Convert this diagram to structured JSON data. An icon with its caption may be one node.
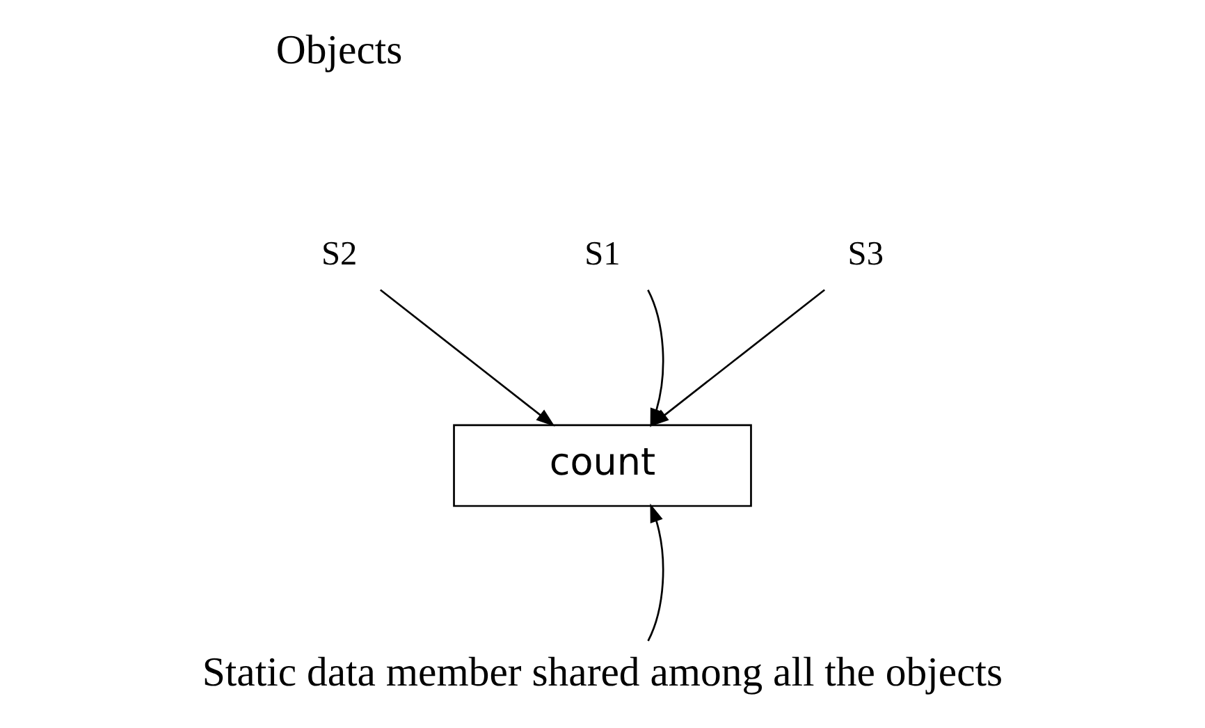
{
  "diagram": {
    "nodes": [
      {
        "text": [
          "S1"
        ]
      },
      {
        "text": [
          "S2"
        ]
      },
      {
        "text": [
          "S3"
        ]
      },
      {
        "text": [
          "count"
        ]
      },
      {
        "text": [
          "Static data member shared among all the objects"
        ]
      }
    ],
    "edges": [
      {
        "from": 0,
        "to": 3,
        "arrow": "to"
      },
      {
        "from": 1,
        "to": 3,
        "arrow": "to"
      },
      {
        "from": 2,
        "to": 3,
        "arrow": "to"
      },
      {
        "from": 4,
        "to": 3,
        "arrow": "to"
      }
    ],
    "labels": [
      "Objects"
    ]
  }
}
